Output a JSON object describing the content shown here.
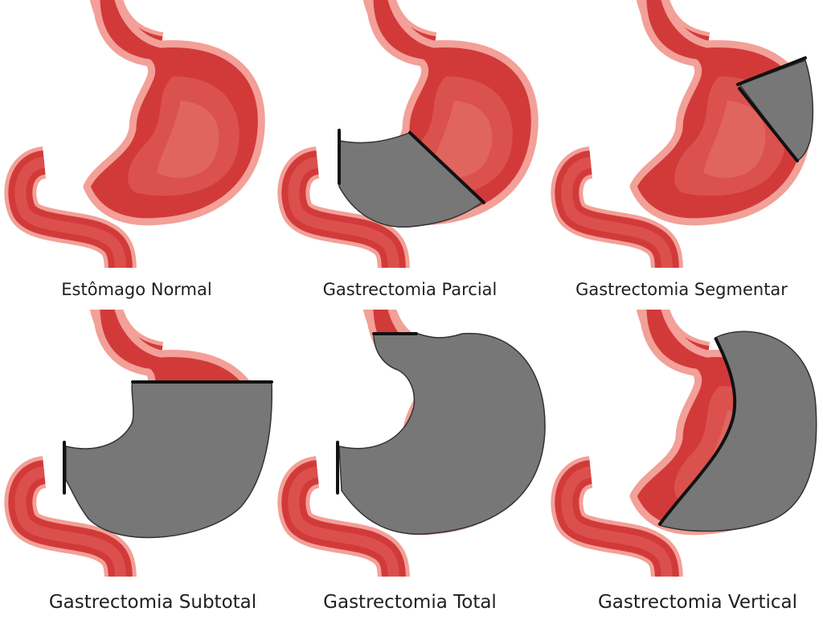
{
  "colors": {
    "tissue_outer": "#f2a098",
    "tissue": "#d23a3a",
    "tissue_inner": "#de5a56",
    "tissue_core": "#e36d67",
    "removed": "#777777",
    "cut_line": "#111111"
  },
  "panels": [
    {
      "id": "normal",
      "label": "Estômago Normal",
      "removed": "none"
    },
    {
      "id": "partial",
      "label": "Gastrectomia Parcial",
      "removed": "lower"
    },
    {
      "id": "segmental",
      "label": "Gastrectomia Segmentar",
      "removed": "wedge"
    },
    {
      "id": "subtotal",
      "label": "Gastrectomia Subtotal",
      "removed": "below-fundus"
    },
    {
      "id": "total",
      "label": "Gastrectomia Total",
      "removed": "all"
    },
    {
      "id": "vertical",
      "label": "Gastrectomia Vertical",
      "removed": "greater-curvature"
    }
  ]
}
